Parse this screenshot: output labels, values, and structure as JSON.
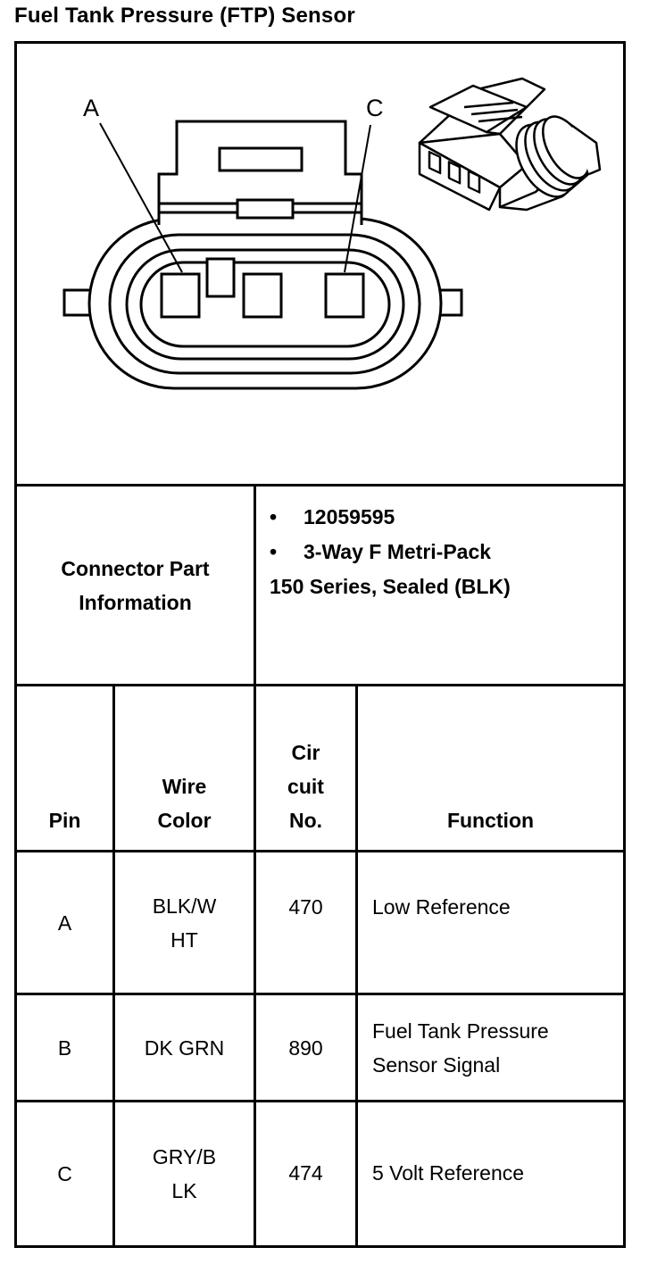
{
  "title": "Fuel Tank Pressure (FTP) Sensor",
  "diagram": {
    "label_a": "A",
    "label_c": "C"
  },
  "connector_info": {
    "label_line1": "Connector Part",
    "label_line2": "Information",
    "bullet": "•",
    "part_number": "12059595",
    "part_type": "3-Way F Metri-Pack",
    "part_series": "150 Series, Sealed (BLK)"
  },
  "table": {
    "headers": {
      "pin": "Pin",
      "wire_color_1": "Wire",
      "wire_color_2": "Color",
      "circuit_1": "Cir",
      "circuit_2": "cuit",
      "circuit_3": "No.",
      "function": "Function"
    },
    "rows": [
      {
        "pin": "A",
        "wire_1": "BLK/W",
        "wire_2": "HT",
        "circuit": "470",
        "function_1": "Low Reference",
        "function_2": ""
      },
      {
        "pin": "B",
        "wire_1": "DK GRN",
        "wire_2": "",
        "circuit": "890",
        "function_1": "Fuel Tank Pressure",
        "function_2": "Sensor Signal"
      },
      {
        "pin": "C",
        "wire_1": "GRY/B",
        "wire_2": "LK",
        "circuit": "474",
        "function_1": "5 Volt Reference",
        "function_2": ""
      }
    ]
  }
}
